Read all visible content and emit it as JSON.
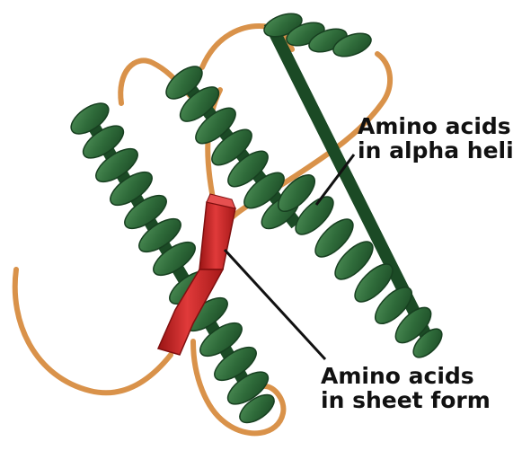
{
  "labels": {
    "alpha": {
      "line1": "Amino acids",
      "line2": "in alpha heli"
    },
    "sheet": {
      "line1": "Amino acids",
      "line2": "in sheet form"
    }
  },
  "colors": {
    "helix": "#2f6b3a",
    "helix_dark": "#1b4a25",
    "helix_light": "#4e8f57",
    "coil": "#d9924a",
    "coil_dark": "#a9651f",
    "sheet": "#d42a2a",
    "sheet_dark": "#9a1414",
    "leader": "#111111"
  }
}
